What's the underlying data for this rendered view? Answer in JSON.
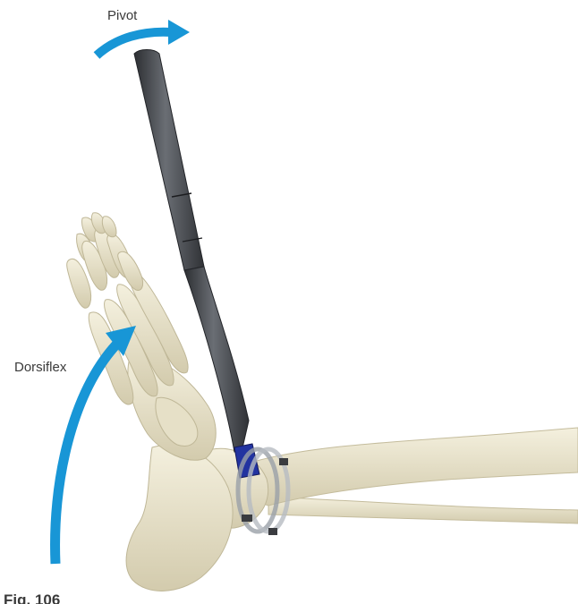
{
  "annotations": {
    "pivot_label": "Pivot",
    "dorsiflex_label": "Dorsiflex"
  },
  "figure": {
    "label": "Fig. 106"
  },
  "colors": {
    "arrow": "#1896d6",
    "bone": "#e9e4cf",
    "bone_shadow": "#c9c1a2",
    "instrument": "#4a4d52",
    "instrument_dark": "#2b2d31",
    "instrument_tip": "#2233a0",
    "label_text": "#3a3a3a"
  },
  "icons": {
    "pivot_arrow": "curved-arrow-right-icon",
    "dorsiflex_arrow": "curved-arrow-up-icon"
  }
}
